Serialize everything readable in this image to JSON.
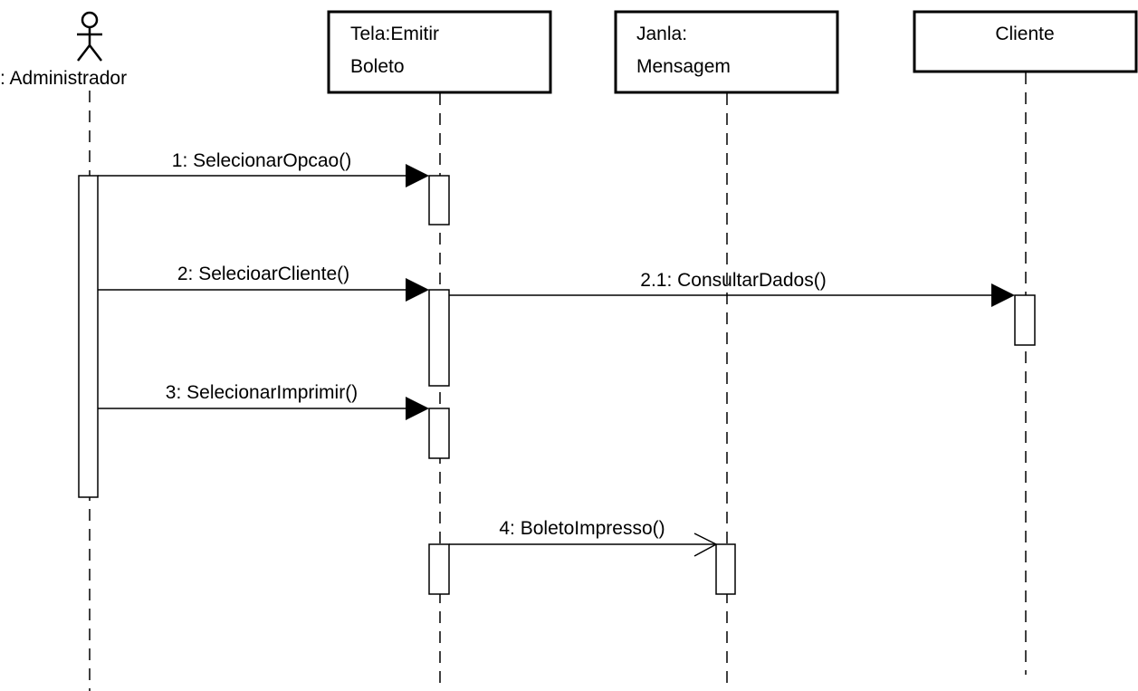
{
  "actor": {
    "name": ": Administrador",
    "icon": "stick-figure-actor-icon"
  },
  "participants": [
    {
      "id": "tela",
      "lines": [
        "Tela:Emitir",
        "Boleto"
      ]
    },
    {
      "id": "janela",
      "lines": [
        "Janla:",
        "Mensagem"
      ]
    },
    {
      "id": "cliente",
      "lines": [
        "Cliente"
      ]
    }
  ],
  "messages": [
    {
      "label": "1: SelecionarOpcao()",
      "from": "Administrador",
      "to": "Tela:Emitir Boleto",
      "arrow": "filled"
    },
    {
      "label": "2: SelecioarCliente()",
      "from": "Administrador",
      "to": "Tela:Emitir Boleto",
      "arrow": "filled"
    },
    {
      "label": "2.1: ConsultarDados()",
      "from": "Tela:Emitir Boleto",
      "to": "Cliente",
      "arrow": "filled"
    },
    {
      "label": "3: SelecionarImprimir()",
      "from": "Administrador",
      "to": "Tela:Emitir Boleto",
      "arrow": "filled"
    },
    {
      "label": "4: BoletoImpresso()",
      "from": "Tela:Emitir Boleto",
      "to": "Janla: Mensagem",
      "arrow": "open"
    }
  ],
  "colors": {
    "line": "#000000",
    "background": "#ffffff"
  }
}
